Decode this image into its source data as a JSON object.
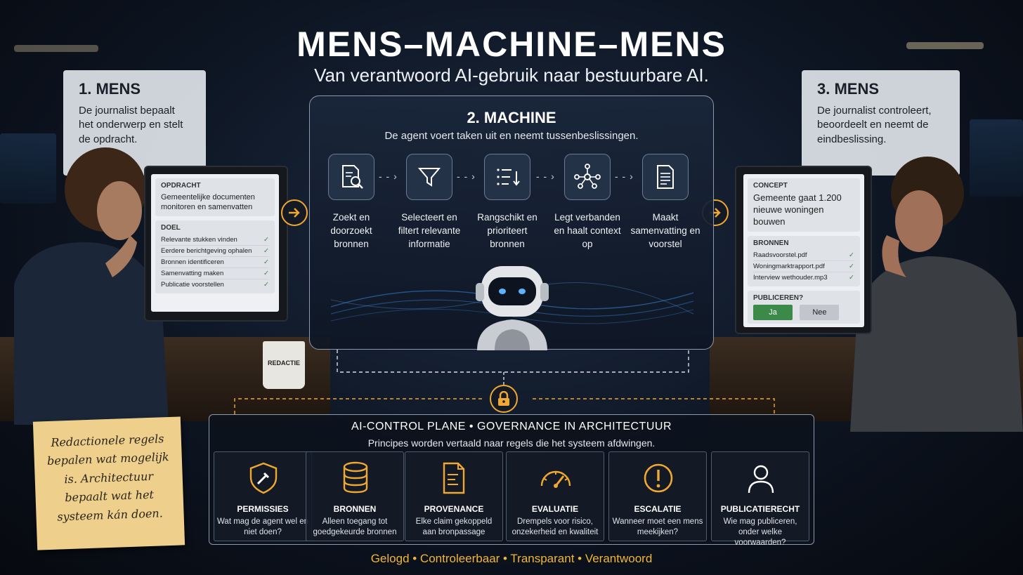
{
  "title": "MENS–MACHINE–MENS",
  "subtitle": "Van verantwoord AI-gebruik naar bestuurbare AI.",
  "left_panel": {
    "heading": "1. MENS",
    "text": "De journalist bepaalt het onderwerp en stelt de opdracht."
  },
  "right_panel": {
    "heading": "3. MENS",
    "text": "De journalist controleert, beoordeelt en neemt de eindbeslissing."
  },
  "left_screen": {
    "opdracht_header": "OPDRACHT",
    "opdracht_text": "Gemeentelijke documenten monitoren en samenvatten",
    "doel_header": "DOEL",
    "doel_items": [
      "Relevante stukken vinden",
      "Eerdere berichtgeving ophalen",
      "Bronnen identificeren",
      "Samenvatting maken",
      "Publicatie voorstellen"
    ]
  },
  "right_screen": {
    "concept_header": "CONCEPT",
    "concept_text": "Gemeente gaat 1.200 nieuwe woningen bouwen",
    "bronnen_header": "BRONNEN",
    "bronnen_items": [
      "Raadsvoorstel.pdf",
      "Woningmarktrapport.pdf",
      "Interview wethouder.mp3"
    ],
    "publiceren_header": "PUBLICEREN?",
    "yes_label": "Ja",
    "no_label": "Nee"
  },
  "machine": {
    "heading": "2. MACHINE",
    "description": "De agent voert taken uit en neemt tussenbeslissingen.",
    "steps": [
      {
        "label": "Zoekt en doorzoekt bronnen",
        "icon": "document-search-icon"
      },
      {
        "label": "Selecteert en filtert relevante informatie",
        "icon": "funnel-icon"
      },
      {
        "label": "Rangschikt en prioriteert bronnen",
        "icon": "sorted-list-icon"
      },
      {
        "label": "Legt verbanden en haalt context op",
        "icon": "network-icon"
      },
      {
        "label": "Maakt samenvatting en voorstel",
        "icon": "document-icon"
      }
    ]
  },
  "control_plane": {
    "heading": "AI-CONTROL PLANE  •  GOVERNANCE IN ARCHITECTUUR",
    "description": "Principes worden vertaald naar regels die het systeem afdwingen.",
    "cards": [
      {
        "title": "PERMISSIES",
        "text": "Wat mag de agent wel en niet doen?",
        "icon": "shield-icon"
      },
      {
        "title": "BRONNEN",
        "text": "Alleen toegang tot goedgekeurde bronnen",
        "icon": "database-icon"
      },
      {
        "title": "PROVENANCE",
        "text": "Elke claim gekoppeld aan bronpassage",
        "icon": "document-link-icon"
      },
      {
        "title": "EVALUATIE",
        "text": "Drempels voor risico, onzekerheid en kwaliteit",
        "icon": "gauge-icon"
      },
      {
        "title": "ESCALATIE",
        "text": "Wanneer moet een mens meekijken?",
        "icon": "alert-icon"
      },
      {
        "title": "PUBLICATIERECHT",
        "text": "Wie mag publiceren, onder welke voorwaarden?",
        "icon": "user-icon"
      }
    ]
  },
  "footer": "Gelogd  •  Controleerbaar  •  Transparant  •  Verantwoord",
  "sticky_note": "Redactionele regels bepalen wat mogelijk is. Architectuur bepaalt wat het systeem kán doen.",
  "mug_label": "REDACTIE",
  "colors": {
    "accent": "#f0a830",
    "background": "#0d1522",
    "panel_border": "#8d9aad"
  }
}
